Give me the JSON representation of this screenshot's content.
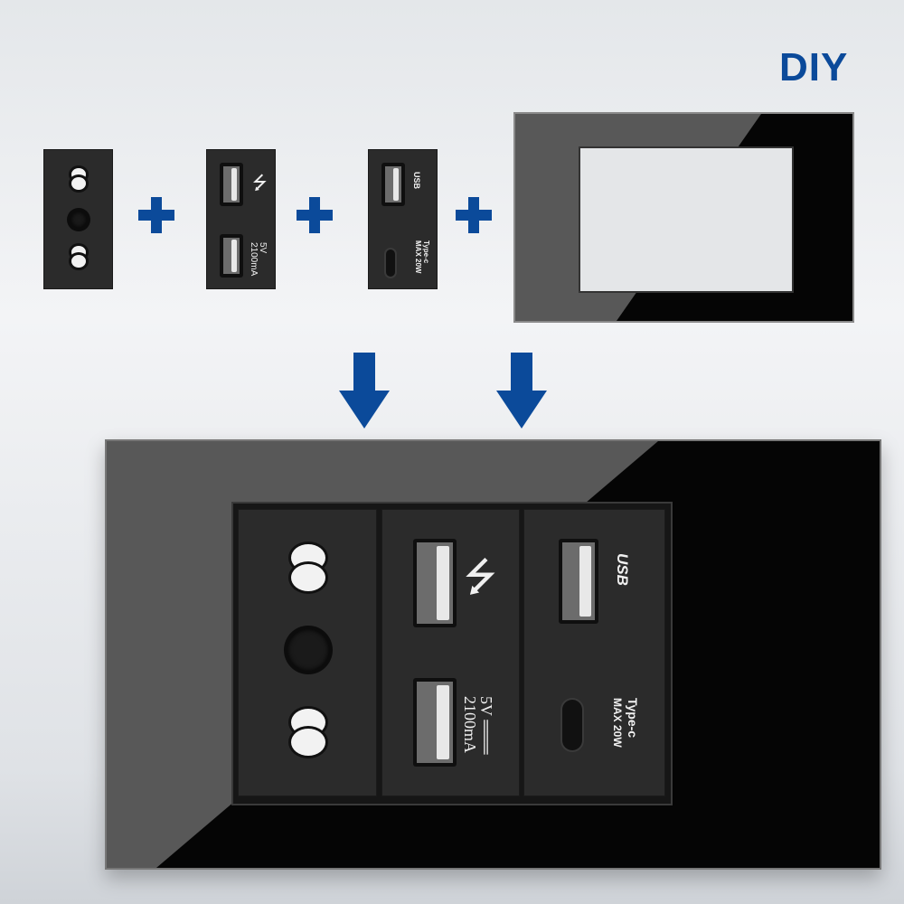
{
  "headline": "DIY",
  "brand_color": "#0b4a9a",
  "usb_module": {
    "usb_icon": "usb-trident-icon",
    "voltage": "5V",
    "current": "2100mA"
  },
  "typec_module": {
    "usb_logo": "USB",
    "type_label": "Type-c",
    "power_label": "MAX 20W"
  },
  "icons": [
    "plus-icon",
    "arrow-down-icon",
    "italian-socket-icon",
    "usb-a-port-icon",
    "usb-c-port-icon"
  ]
}
